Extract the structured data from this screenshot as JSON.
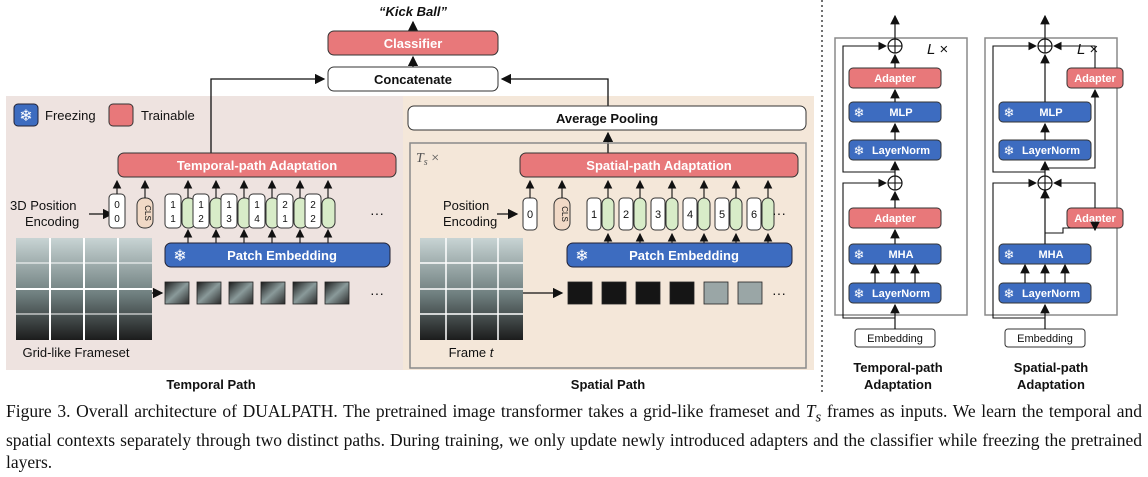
{
  "output_label": "“Kick Ball”",
  "classifier": "Classifier",
  "concatenate": "Concatenate",
  "legend": {
    "freezing": "Freezing",
    "trainable": "Trainable"
  },
  "temporal": {
    "adaptation": "Temporal-path Adaptation",
    "pos_label_1": "3D Position",
    "pos_label_2": "Encoding",
    "patch_embedding": "Patch Embedding",
    "frameset_label": "Grid-like Frameset",
    "path_title": "Temporal Path",
    "tokens": [
      [
        "0",
        "0"
      ],
      [
        "CLS",
        ""
      ],
      [
        "1",
        "1"
      ],
      [
        "1",
        "2"
      ],
      [
        "1",
        "3"
      ],
      [
        "1",
        "4"
      ],
      [
        "2",
        "1"
      ],
      [
        "2",
        "2"
      ]
    ]
  },
  "spatial": {
    "average_pooling": "Average Pooling",
    "repeat_label": "T_s ×",
    "adaptation": "Spatial-path Adaptation",
    "pos_label_1": "Position",
    "pos_label_2": "Encoding",
    "patch_embedding": "Patch Embedding",
    "frame_label": "Frame t",
    "path_title": "Spatial Path",
    "tokens": [
      "0",
      "CLS",
      "1",
      "2",
      "3",
      "4",
      "5",
      "6"
    ]
  },
  "ellipsis": "···",
  "blocks": {
    "repeat": "L ×",
    "adapter": "Adapter",
    "mlp": "MLP",
    "layernorm": "LayerNorm",
    "mha": "MHA",
    "embedding": "Embedding"
  },
  "temporal_block_title_1": "Temporal-path",
  "temporal_block_title_2": "Adaptation",
  "spatial_block_title_1": "Spatial-path",
  "spatial_block_title_2": "Adaptation",
  "caption": {
    "label": "Figure 3.",
    "text_a": " Overall architecture of ",
    "name": "DUALPATH",
    "text_b": ". The pretrained image transformer takes a grid-like frameset and ",
    "ts": "T",
    "ts_sub": "s",
    "text_c": " frames as inputs. We learn the temporal and spatial contexts separately through two distinct paths. During training, we only update newly introduced adapters and the classifier while freezing the pretrained layers."
  },
  "colors": {
    "trainable": "#e8787a",
    "frozen": "#3d6cc0",
    "temporal_bg": "#eee3e0",
    "spatial_bg": "#f4e7d9",
    "token": "#d8ecc8"
  }
}
